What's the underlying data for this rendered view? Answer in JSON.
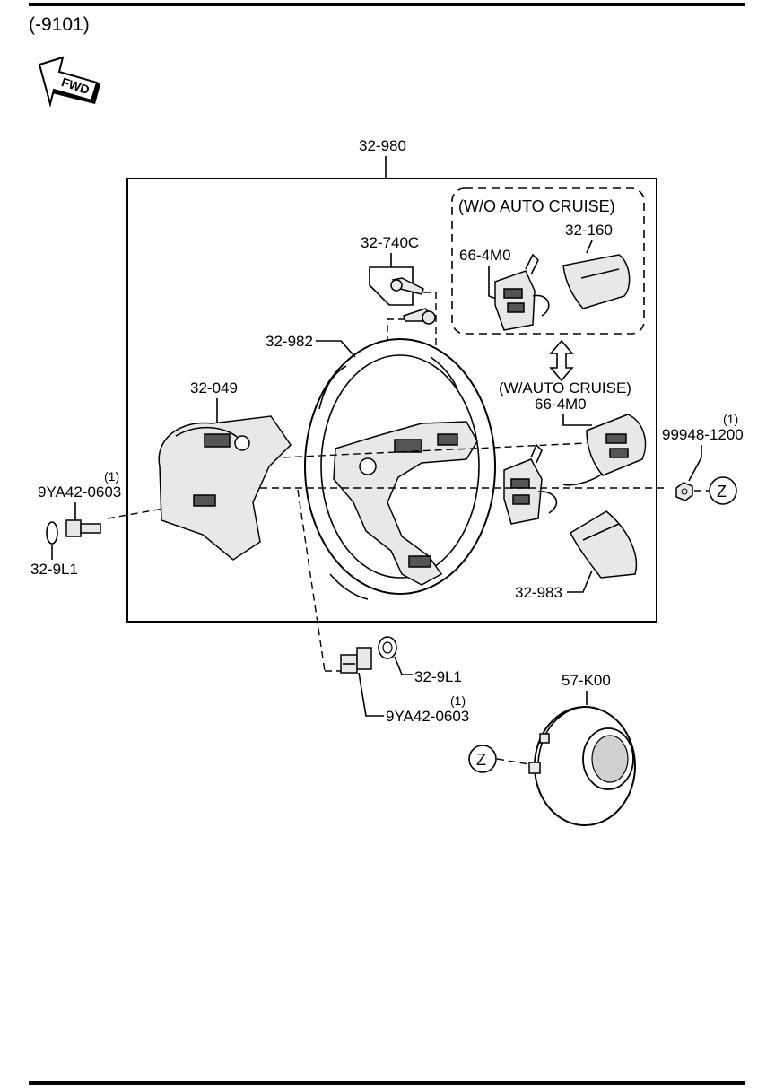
{
  "header": {
    "code": "(-9101)"
  },
  "fwd_arrow": {
    "label": "FWD"
  },
  "parts": {
    "assembly": "32-980",
    "screw_set": "32-740C",
    "wheel": "32-982",
    "rear_cover": "32-049",
    "bolt_left_qty": "(1)",
    "bolt_left": "9YA42-0603",
    "washer_left": "32-9L1",
    "wo_cruise_group": "(W/O AUTO CRUISE)",
    "switch_wo_cruise": "66-4M0",
    "trim_wo_cruise": "32-160",
    "w_cruise_group": "(W/AUTO CRUISE)",
    "switch_w_cruise": "66-4M0",
    "nut_qty": "(1)",
    "nut": "99948-1200",
    "ref_z_right": "Z",
    "trim_lower": "32-983",
    "washer_bottom": "32-9L1",
    "bolt_bottom_qty": "(1)",
    "bolt_bottom": "9YA42-0603",
    "airbag": "57-K00",
    "ref_z_airbag": "Z"
  }
}
